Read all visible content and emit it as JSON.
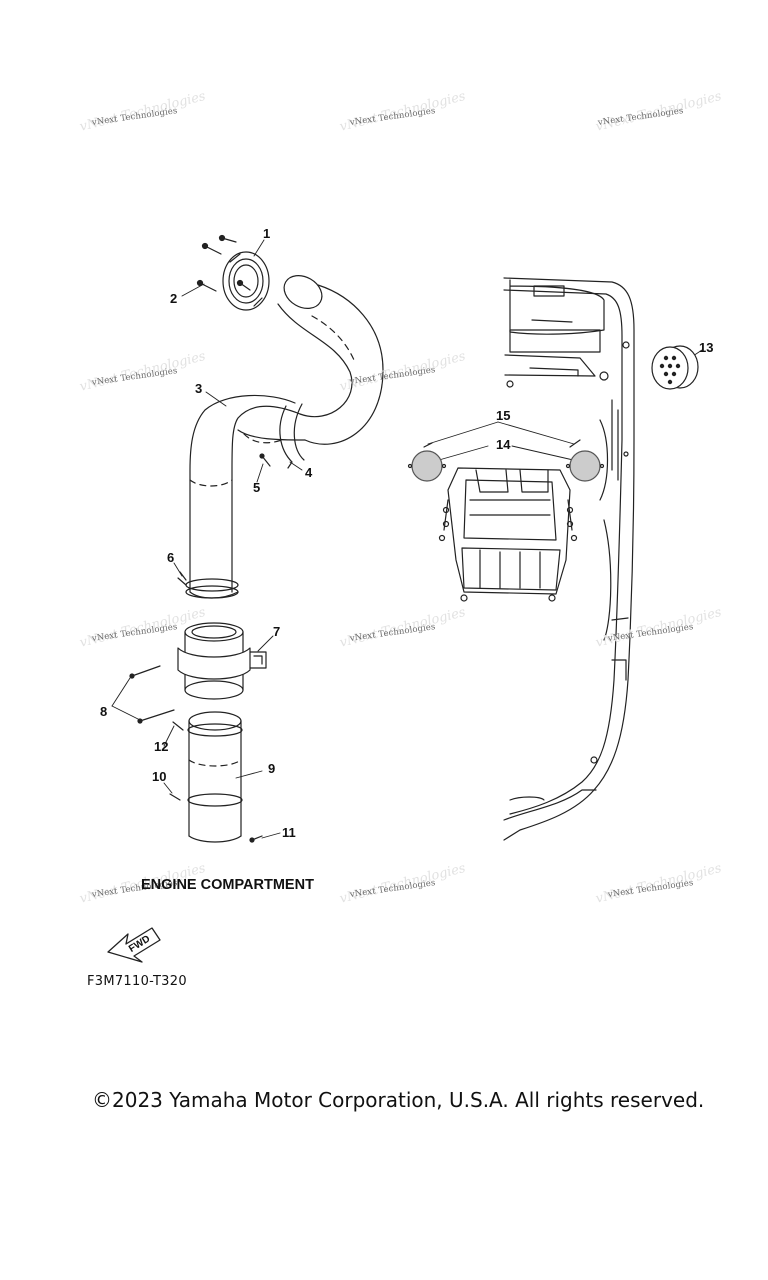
{
  "watermark": {
    "text": "vNext Technologies"
  },
  "callouts": [
    "1",
    "2",
    "3",
    "4",
    "5",
    "6",
    "7",
    "8",
    "9",
    "10",
    "11",
    "12",
    "13",
    "14",
    "15"
  ],
  "section_label": "ENGINE COMPARTMENT",
  "fwd_label": "FWD",
  "diagram_code": "F3M7110-T320",
  "copyright": "©2023 Yamaha Motor Corporation, U.S.A. All rights reserved.",
  "colors": {
    "line": "#222222",
    "background": "#ffffff",
    "watermark": "#6b6b6b"
  }
}
